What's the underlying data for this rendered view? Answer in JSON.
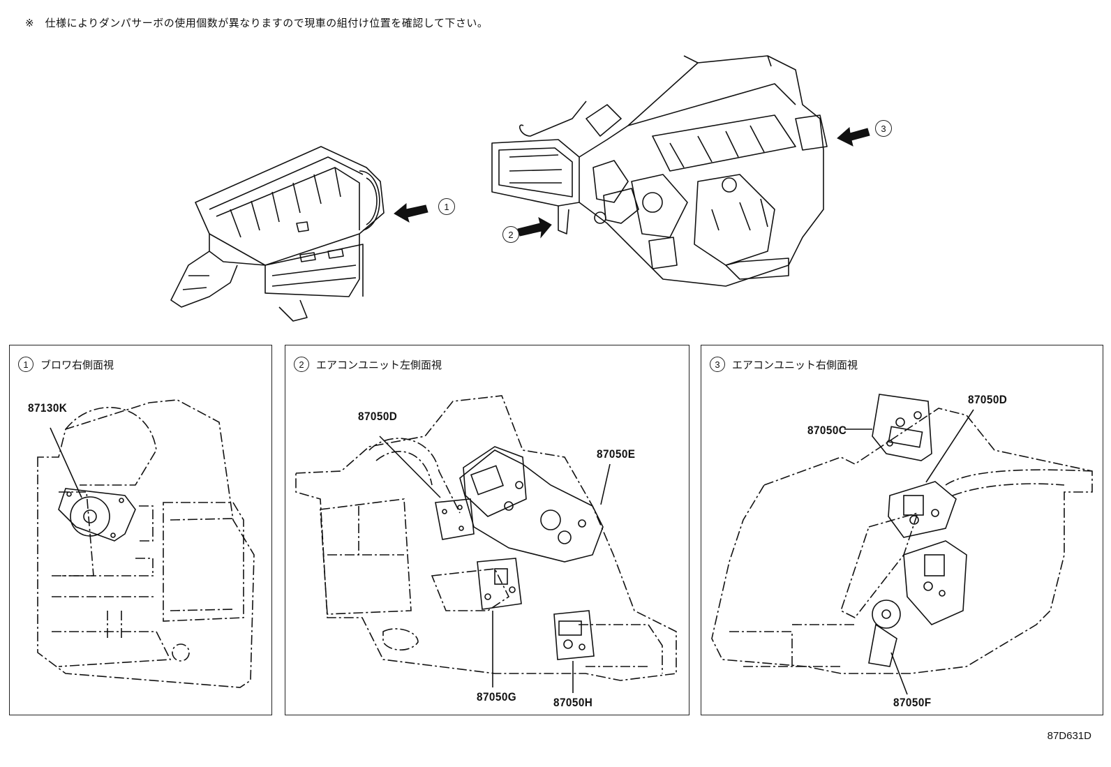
{
  "note": "※　仕様によりダンパサーボの使用個数が異なりますので現車の組付け位置を確認して下さい。",
  "figure_id": "87D631D",
  "callouts": [
    "1",
    "2",
    "3"
  ],
  "panels": [
    {
      "number": "1",
      "title": "ブロワ右側面視",
      "parts": [
        "87130K"
      ]
    },
    {
      "number": "2",
      "title": "エアコンユニット左側面視",
      "parts": [
        "87050D",
        "87050E",
        "87050G",
        "87050H"
      ]
    },
    {
      "number": "3",
      "title": "エアコンユニット右側面視",
      "parts": [
        "87050C",
        "87050D",
        "87050F"
      ]
    }
  ]
}
